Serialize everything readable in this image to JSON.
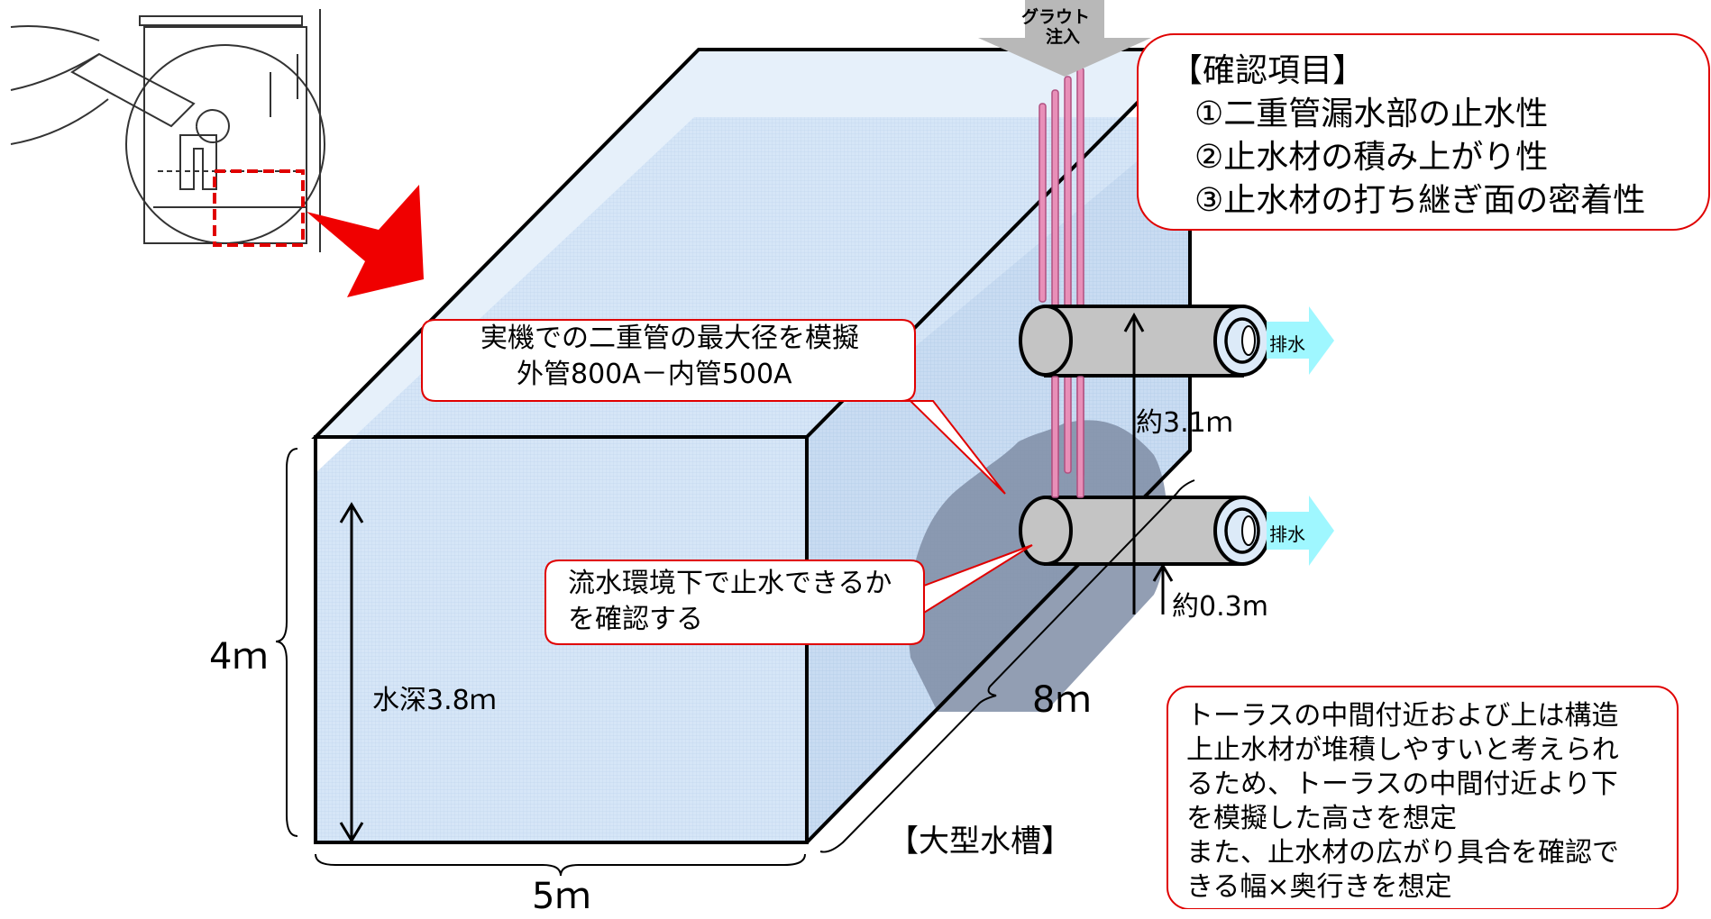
{
  "grout_label_line1": "グラウト",
  "grout_label_line2": "注入",
  "check_items": {
    "heading": "【確認項目】",
    "items": [
      "①二重管漏水部の止水性",
      "②止水材の積み上がり性",
      "③止水材の打ち継ぎ面の密着性"
    ]
  },
  "callout_pipe": {
    "line1": "実機での二重管の最大径を模擬",
    "line2": "外管800A－内管500A"
  },
  "callout_flow": {
    "line1": "流水環境下で止水できるか",
    "line2": "を確認する"
  },
  "drain_label": "排水",
  "dim_height": "約3.1ｍ",
  "dim_bottom": "約0.3m",
  "dim_water_depth": "水深3.8ｍ",
  "dim_tank_height": "4ｍ",
  "dim_tank_width": "5ｍ",
  "dim_tank_depth": "8ｍ",
  "tank_label": "【大型水槽】",
  "note_lines": [
    "トーラスの中間付近および上は構造",
    "上止水材が堆積しやすいと考えられ",
    "るため、トーラスの中間付近より下",
    "を模擬した高さを想定",
    "また、止水材の広がり具合を確認で",
    "きる幅×奥行きを想定"
  ],
  "colors": {
    "water": "#dbe9f8",
    "callout_border": "#e00000",
    "pipe_fill": "#c4c4c4",
    "grout_pipe": "#e88fb8",
    "drain_arrow": "#9ff7ff",
    "mound": "#7f8da6",
    "red_arrow": "#f00000"
  }
}
